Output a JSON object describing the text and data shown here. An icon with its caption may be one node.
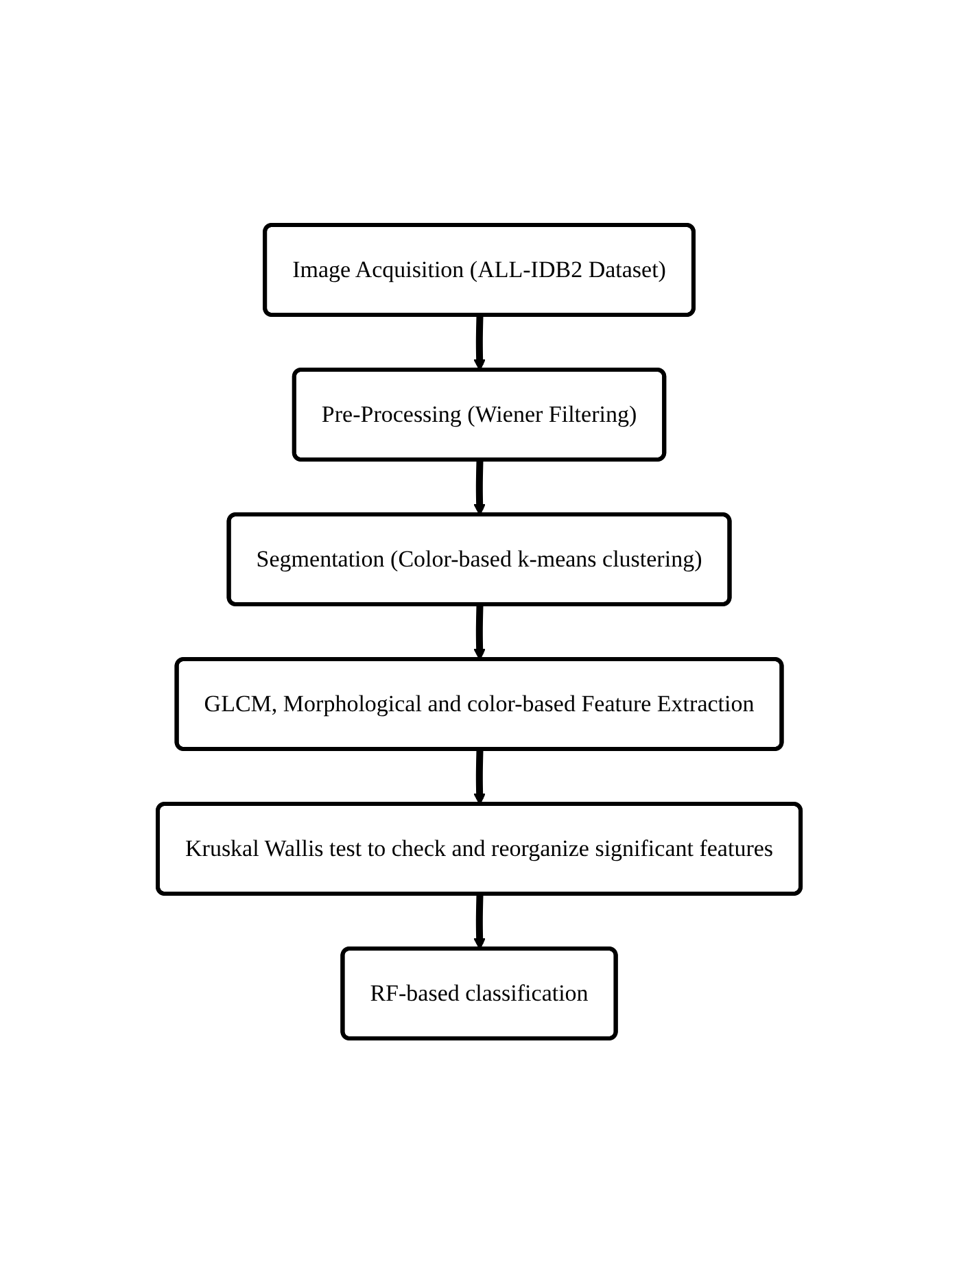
{
  "diagram": {
    "nodes": [
      {
        "text": [
          "Image Acquisition (ALL-IDB2 Dataset)"
        ]
      },
      {
        "text": [
          "Pre-Processing (Wiener Filtering)"
        ]
      },
      {
        "text": [
          "Segmentation (Color-based k-means clustering)"
        ]
      },
      {
        "text": [
          "GLCM, Morphological and color-based Feature Extraction"
        ]
      },
      {
        "text": [
          "Kruskal Wallis test to check and reorganize significant features"
        ]
      },
      {
        "text": [
          "RF-based classification"
        ]
      }
    ],
    "edges": [
      {
        "from": 0,
        "to": 1,
        "arrow": "to"
      },
      {
        "from": 1,
        "to": 2,
        "arrow": "to"
      },
      {
        "from": 2,
        "to": 3,
        "arrow": "to"
      },
      {
        "from": 3,
        "to": 4,
        "arrow": "to"
      },
      {
        "from": 4,
        "to": 5,
        "arrow": "to"
      }
    ]
  }
}
